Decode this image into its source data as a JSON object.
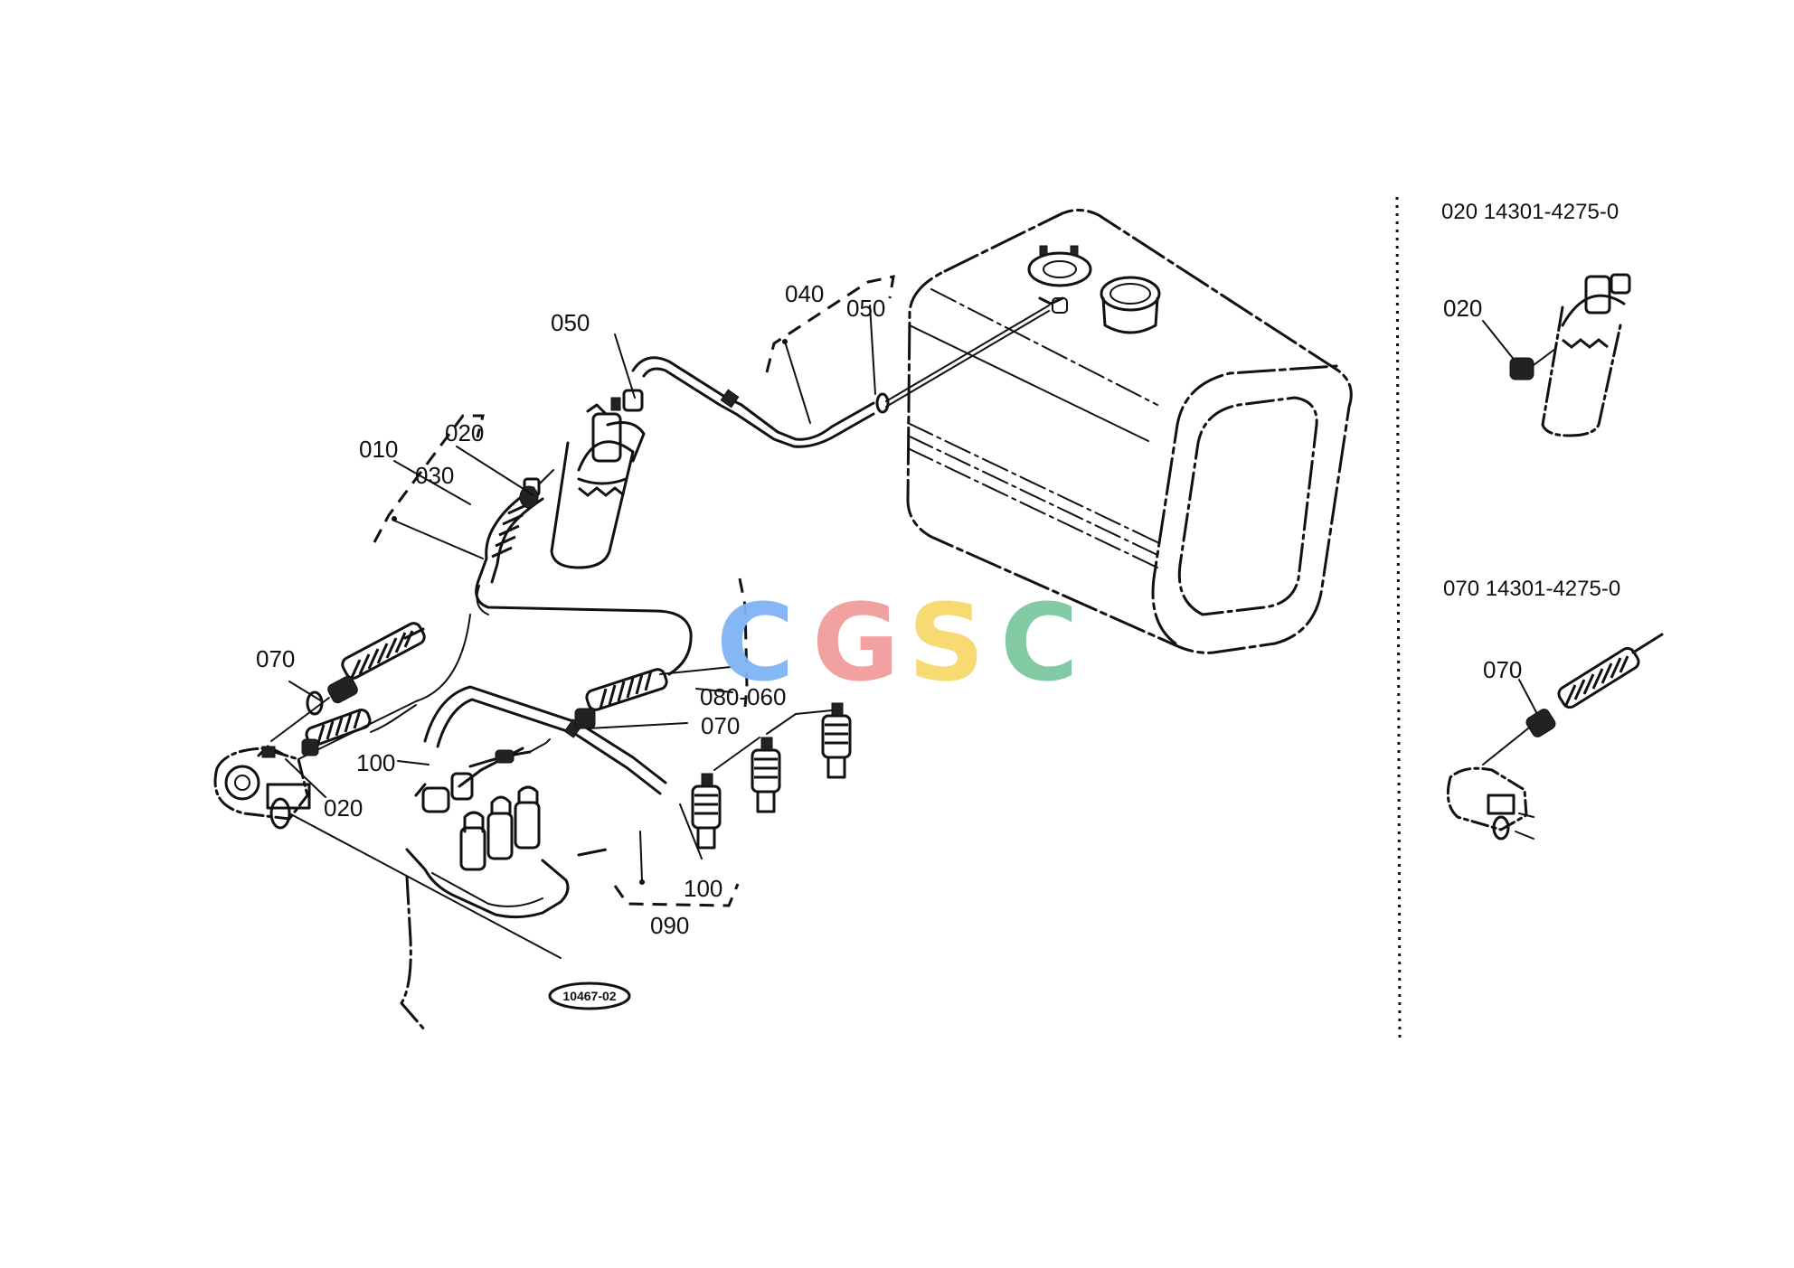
{
  "labels": {
    "p010": "010",
    "p020_filter": "020",
    "p030": "030",
    "p050_top": "050",
    "p040": "040",
    "p050_right": "050",
    "p070_left": "070",
    "p080_060": "080-060",
    "p070_mid": "070",
    "p100_left": "100",
    "p020_pump": "020",
    "p100_bottom": "100",
    "p090": "090"
  },
  "figure_ref": "10467-02",
  "watermark": {
    "letters": [
      "C",
      "G",
      "S",
      "C"
    ],
    "colors": [
      "#7fb4f5",
      "#f29d9d",
      "#f7d96a",
      "#7cc8a0"
    ]
  },
  "side_panel": {
    "part1": {
      "callout": "020",
      "label": "020 14301-4275-0"
    },
    "part2": {
      "callout": "070",
      "label": "070 14301-4275-0"
    }
  }
}
